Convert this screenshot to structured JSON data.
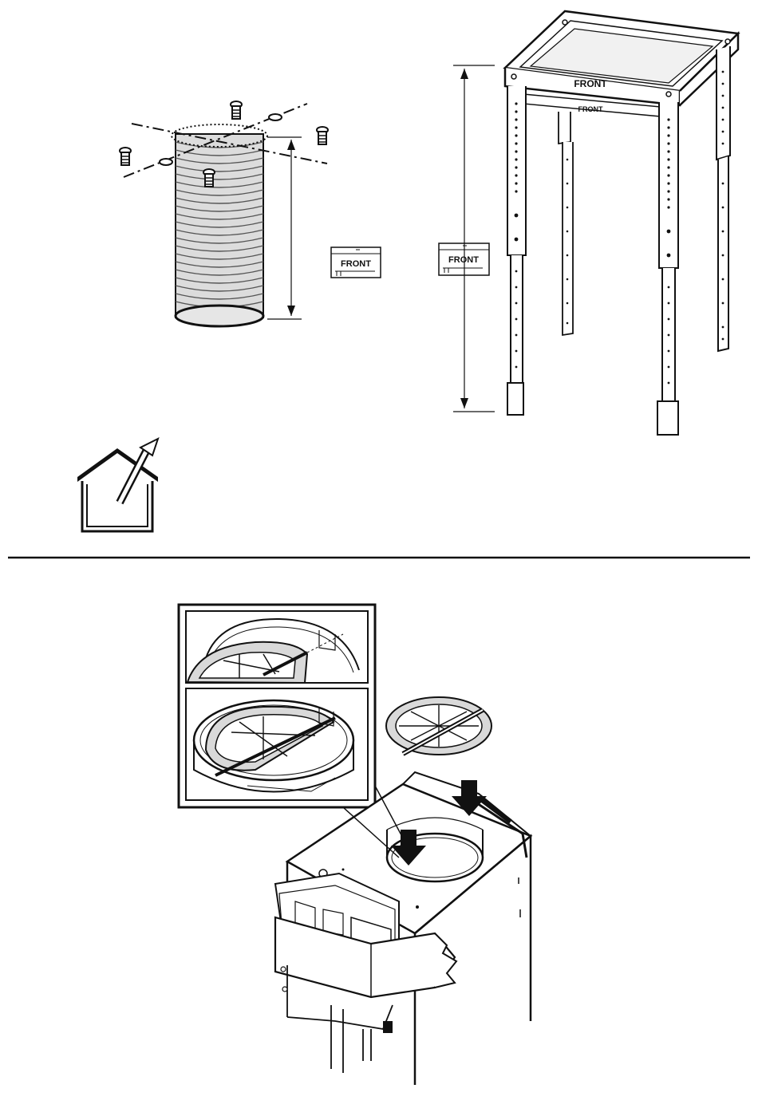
{
  "labels": {
    "frame_top_front": "FRONT",
    "frame_inner_front": "FRONT",
    "label_a_front": "FRONT",
    "label_b_front": "FRONT"
  },
  "colors": {
    "ink": "#111111",
    "paper": "#ffffff",
    "shade": "#d9d9d9",
    "duct_fill": "#dcdcdc"
  },
  "icons": [
    "house-vent-icon",
    "down-arrow-icon",
    "screw-icon"
  ]
}
